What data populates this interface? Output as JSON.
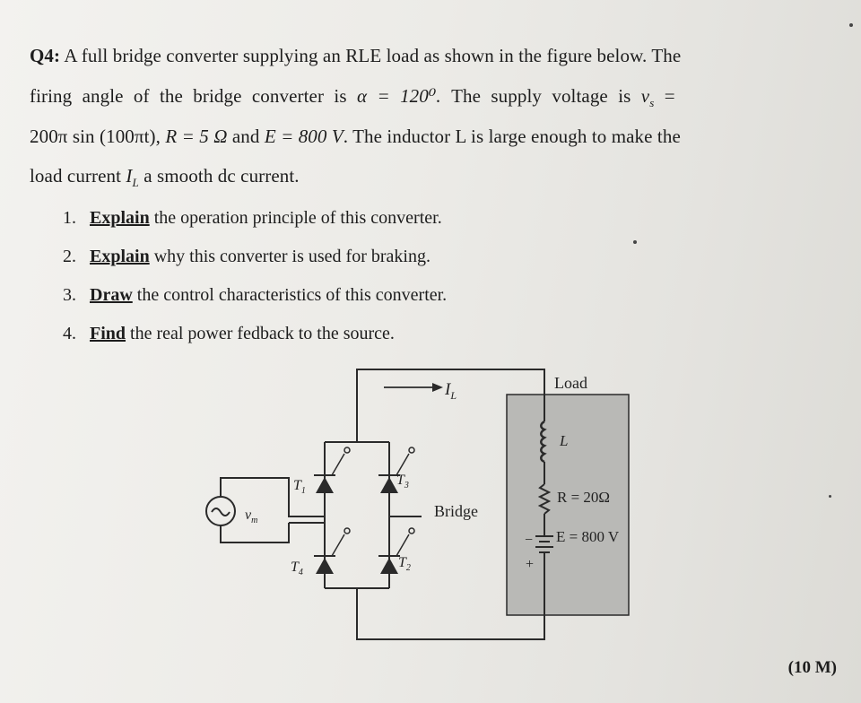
{
  "question": {
    "label": "Q4:",
    "line1": "A full bridge converter supplying an RLE load as shown in the figure below. The",
    "line2_text": "firing angle of the bridge converter is ",
    "line2_alpha": "α = 120⁰.",
    "line2_rest": " The supply voltage is ",
    "line2_vs": "v",
    "line2_vs_sub": "s",
    "line2_eq": " =",
    "line3_a": "200π sin (100πt), ",
    "line3_R": "R = 5 Ω",
    "line3_and": " and ",
    "line3_E": "E = 800 V",
    "line3_rest": ". The inductor L is large enough to make the",
    "line4_a": "load current ",
    "line4_IL": "I",
    "line4_IL_sub": "L",
    "line4_rest": " a smooth dc current."
  },
  "tasks": [
    {
      "num": "1.",
      "keyword": "Explain",
      "rest": " the operation principle of this converter."
    },
    {
      "num": "2.",
      "keyword": "Explain",
      "rest": " why this converter is used for braking."
    },
    {
      "num": "3.",
      "keyword": "Draw",
      "rest": " the control characteristics of this converter."
    },
    {
      "num": "4.",
      "keyword": "Find",
      "rest": " the real power fedback to the source."
    }
  ],
  "figure": {
    "current_label": "I",
    "current_sub": "L",
    "load_label": "Load",
    "inductor_label": "L",
    "resistor_label": "R = 20Ω",
    "emf_label": "E = 800 V",
    "bridge_label": "Bridge",
    "source_label": "v",
    "source_sub": "m",
    "minus": "−",
    "plus": "+",
    "thyristors": {
      "t1": "T",
      "t1_sub": "1",
      "t2": "T",
      "t2_sub": "2",
      "t3": "T",
      "t3_sub": "3",
      "t4": "T",
      "t4_sub": "4"
    },
    "colors": {
      "load_fill": "#b9b9b6",
      "wire": "#2a2a2a"
    }
  },
  "marks": "(10 M)"
}
